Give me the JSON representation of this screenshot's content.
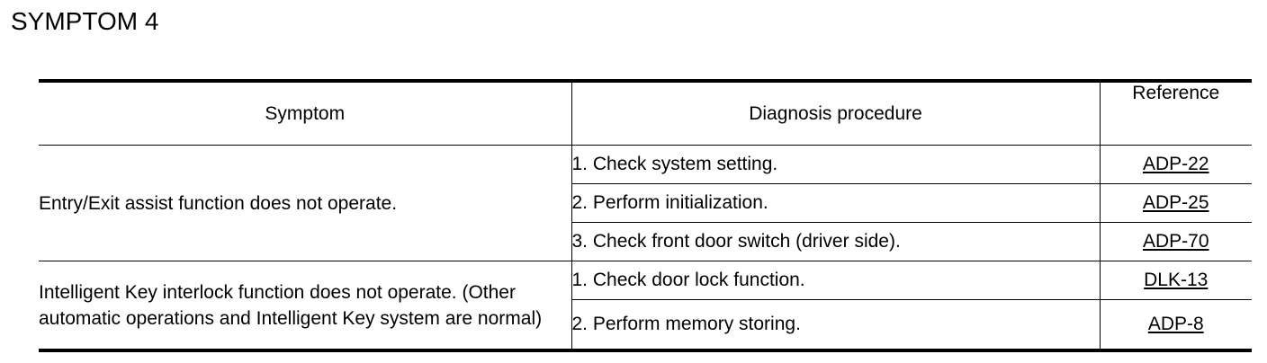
{
  "page": {
    "heading": "SYMPTOM 4"
  },
  "table": {
    "headers": {
      "symptom": "Symptom",
      "procedure": "Diagnosis procedure",
      "reference": "Reference"
    },
    "groups": [
      {
        "symptom": "Entry/Exit assist function does not operate.",
        "steps": [
          {
            "procedure": "1. Check system setting.",
            "reference": "ADP-22"
          },
          {
            "procedure": "2. Perform initialization.",
            "reference": "ADP-25"
          },
          {
            "procedure": "3. Check front door switch (driver side).",
            "reference": "ADP-70"
          }
        ]
      },
      {
        "symptom": "Intelligent Key interlock function does not operate. (Other automatic operations and Intelligent Key system are normal)",
        "steps": [
          {
            "procedure": "1. Check door lock function.",
            "reference": "DLK-13"
          },
          {
            "procedure": "2. Perform memory storing.",
            "reference": "ADP-8"
          }
        ]
      }
    ]
  }
}
